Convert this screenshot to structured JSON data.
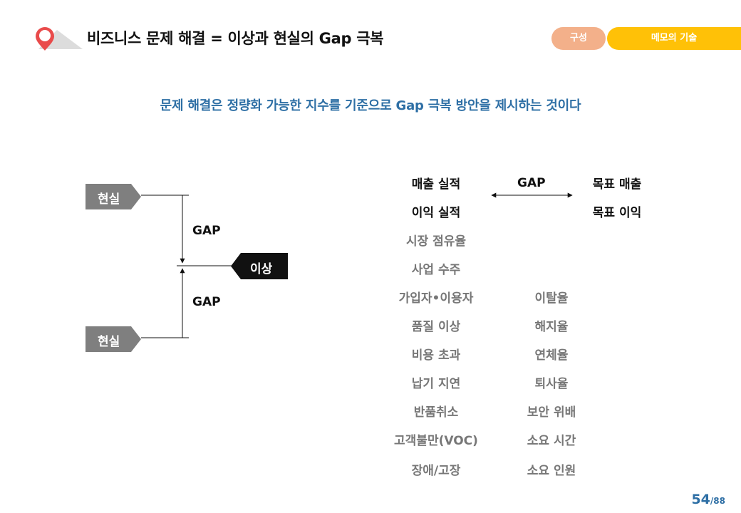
{
  "header": {
    "title": "비즈니스 문제 해결 = 이상과 현실의 Gap 극복",
    "tag_structure": "구성",
    "tag_memo": "메모의 기술"
  },
  "subtitle": "문제 해결은 정량화 가능한 지수를 기준으로 Gap 극복 방안을 제시하는 것이다",
  "diagram": {
    "reality_top": "현실",
    "reality_bottom": "현실",
    "ideal": "이상",
    "gap_top": "GAP",
    "gap_bottom": "GAP"
  },
  "comparison": {
    "gap_label": "GAP",
    "actual_items": [
      "매출 실적",
      "이익 실적"
    ],
    "target_items": [
      "목표 매출",
      "목표 이익"
    ],
    "metrics_left": [
      "시장 점유율",
      "사업 수주",
      "가입자•이용자",
      "품질 이상",
      "비용 초과",
      "납기 지연",
      "반품취소",
      "고객불만(VOC)",
      "장애/고장"
    ],
    "metrics_right": [
      "이탈율",
      "해지율",
      "연체율",
      "퇴사율",
      "보안 위배",
      "소요 시간",
      "소요 인원"
    ]
  },
  "footer": {
    "page_current": "54",
    "page_total": "/88"
  },
  "colors": {
    "accent_blue": "#2e6fa5",
    "tag_orange": "#f3b08a",
    "tag_yellow": "#ffc107",
    "logo_red": "#e94b4b",
    "gray_tag": "#7f7f7f"
  }
}
